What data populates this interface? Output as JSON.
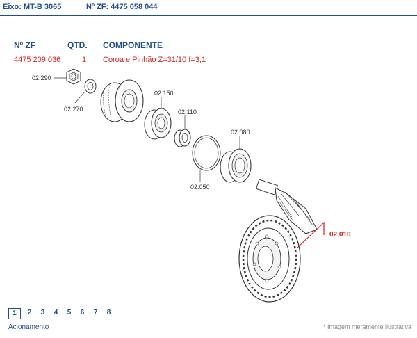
{
  "header": {
    "axle": "Eixo: MT-B 3065",
    "zf_number": "Nº ZF: 4475 058 044"
  },
  "table": {
    "columns": [
      "Nº ZF",
      "QTD.",
      "COMPONENTE"
    ],
    "rows": [
      {
        "zf": "4475 209 036",
        "qty": "1",
        "component": "Coroa e Pinhão Z=31/10 I=3,1"
      }
    ]
  },
  "callouts": {
    "c290": "02.290",
    "c270": "02.270",
    "c150": "02.150",
    "c110": "02.110",
    "c080": "02.080",
    "c050": "02.050",
    "c010": "02.010"
  },
  "pagination": {
    "pages": [
      "1",
      "2",
      "3",
      "4",
      "5",
      "6",
      "7",
      "8"
    ],
    "current": "1"
  },
  "section_link": "Acionamento",
  "footnote": "* Imagem meramente ilustrativa",
  "colors": {
    "accent": "#1f4d8f",
    "highlight": "#d42020"
  }
}
